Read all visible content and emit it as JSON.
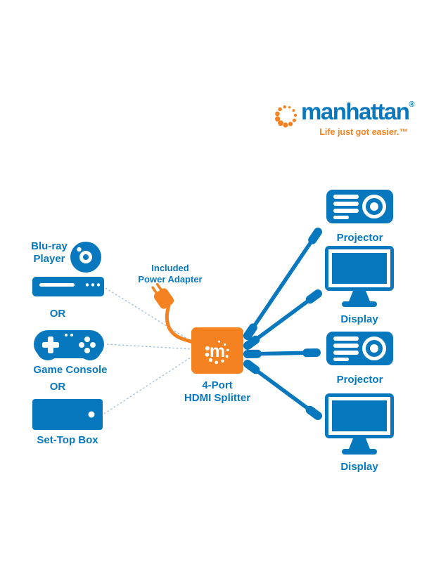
{
  "logo": {
    "brand": "manhattan",
    "registered": "®",
    "tagline": "Life just got easier.™"
  },
  "colors": {
    "blue": "#0878BE",
    "orange": "#F58220",
    "dotted_line": "#97B9D2",
    "background": "#FFFFFF"
  },
  "sources": {
    "bluray_line1": "Blu-ray",
    "bluray_line2": "Player",
    "or_1": "OR",
    "game_console": "Game Console",
    "or_2": "OR",
    "settop": "Set-Top Box"
  },
  "power_adapter": {
    "line1": "Included",
    "line2": "Power Adapter"
  },
  "splitter": {
    "logo_letter": "m",
    "line1": "4-Port",
    "line2": "HDMI Splitter"
  },
  "outputs": [
    {
      "label": "Projector"
    },
    {
      "label": "Display"
    },
    {
      "label": "Projector"
    },
    {
      "label": "Display"
    }
  ]
}
